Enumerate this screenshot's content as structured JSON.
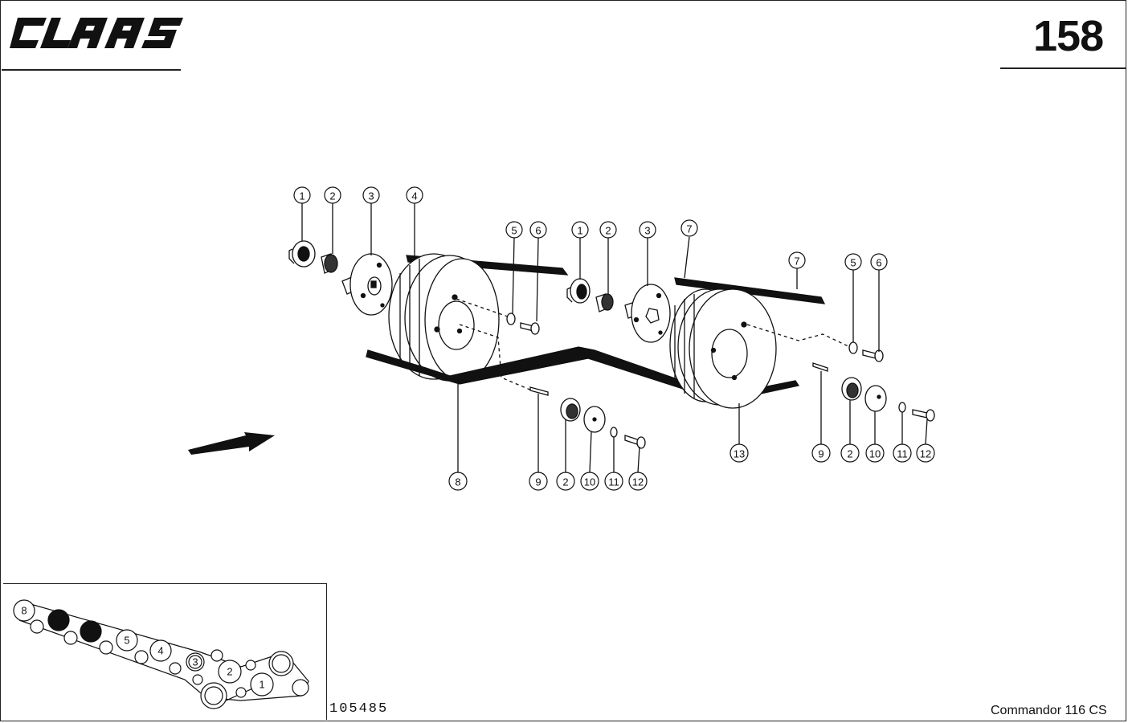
{
  "header": {
    "brand": "CLAAS",
    "page_number": "158"
  },
  "footer": {
    "drawing_number": "105485",
    "model": "Commandor 116 CS"
  },
  "callouts": {
    "c1a": "1",
    "c2a": "2",
    "c3a": "3",
    "c4": "4",
    "c5a": "5",
    "c6a": "6",
    "c1b": "1",
    "c2b": "2",
    "c3b": "3",
    "c7a": "7",
    "c7b": "7",
    "c5b": "5",
    "c6b": "6",
    "c8": "8",
    "c9a": "9",
    "c2c": "2",
    "c10a": "10",
    "c11a": "11",
    "c12a": "12",
    "c13": "13",
    "c9b": "9",
    "c2d": "2",
    "c10b": "10",
    "c11b": "11",
    "c12b": "12"
  },
  "inset": {
    "labels": [
      "8",
      "5",
      "4",
      "3",
      "2",
      "1"
    ]
  },
  "colors": {
    "ink": "#111111",
    "paper": "#ffffff"
  }
}
